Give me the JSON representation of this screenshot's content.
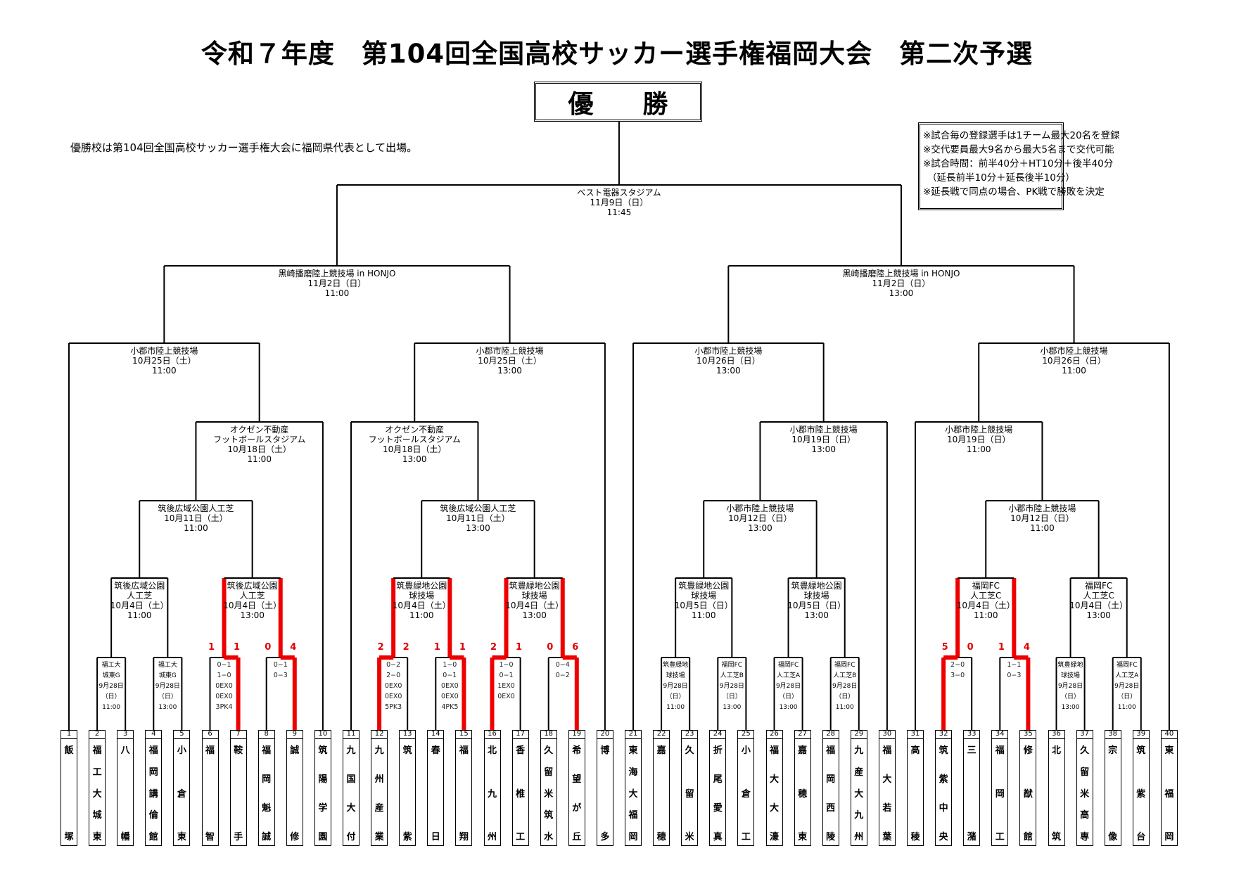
{
  "title": "令和７年度　第104回全国高校サッカー選手権福岡大会　第二次予選",
  "champion_label": [
    "優",
    "勝"
  ],
  "note": "優勝校は第104回全国高校サッカー選手権大会に福岡県代表として出場。",
  "rules": [
    "※試合毎の登録選手は1チーム最大20名を登録",
    "※交代要員最大9名から最大5名まで交代可能",
    "※試合時間：前半40分＋HT10分＋後半40分",
    "（延長前半10分＋延長後半10分）",
    "※延長戦で同点の場合、PK戦で勝敗を決定"
  ],
  "teams": [
    {
      "no": "1",
      "name": "飯塚"
    },
    {
      "no": "2",
      "name": "福工大城東"
    },
    {
      "no": "3",
      "name": "八幡"
    },
    {
      "no": "4",
      "name": "福岡講倫館"
    },
    {
      "no": "5",
      "name": "小倉東"
    },
    {
      "no": "6",
      "name": "福智"
    },
    {
      "no": "7",
      "name": "鞍手"
    },
    {
      "no": "8",
      "name": "福岡魁誠"
    },
    {
      "no": "9",
      "name": "誠修"
    },
    {
      "no": "10",
      "name": "筑陽学園"
    },
    {
      "no": "11",
      "name": "九国大付"
    },
    {
      "no": "12",
      "name": "九州産業"
    },
    {
      "no": "13",
      "name": "筑紫"
    },
    {
      "no": "14",
      "name": "春日"
    },
    {
      "no": "15",
      "name": "福翔"
    },
    {
      "no": "16",
      "name": "北九州"
    },
    {
      "no": "17",
      "name": "香椎工"
    },
    {
      "no": "18",
      "name": "久留米筑水"
    },
    {
      "no": "19",
      "name": "希望が丘"
    },
    {
      "no": "20",
      "name": "博多"
    },
    {
      "no": "21",
      "name": "東海大福岡"
    },
    {
      "no": "22",
      "name": "嘉穂"
    },
    {
      "no": "23",
      "name": "久留米"
    },
    {
      "no": "24",
      "name": "折尾愛真"
    },
    {
      "no": "25",
      "name": "小倉工"
    },
    {
      "no": "26",
      "name": "福大大濠"
    },
    {
      "no": "27",
      "name": "嘉穂東"
    },
    {
      "no": "28",
      "name": "福岡西陵"
    },
    {
      "no": "29",
      "name": "九産大九州"
    },
    {
      "no": "30",
      "name": "福大若葉"
    },
    {
      "no": "31",
      "name": "高稜"
    },
    {
      "no": "32",
      "name": "筑紫中央"
    },
    {
      "no": "33",
      "name": "三潴"
    },
    {
      "no": "34",
      "name": "福岡工"
    },
    {
      "no": "35",
      "name": "修猷館"
    },
    {
      "no": "36",
      "name": "北筑"
    },
    {
      "no": "37",
      "name": "久留米高専"
    },
    {
      "no": "38",
      "name": "宗像"
    },
    {
      "no": "39",
      "name": "筑紫台"
    },
    {
      "no": "40",
      "name": "東福岡"
    }
  ],
  "r1_matches": [
    {
      "teams": "2-3",
      "venue": [
        "福工大",
        "城東G",
        "9月28日",
        "（日）",
        "11:00"
      ]
    },
    {
      "teams": "4-5",
      "venue": [
        "福工大",
        "城東G",
        "9月28日",
        "（日）",
        "13:00"
      ]
    },
    {
      "teams": "6-7",
      "results": [
        "0−1",
        "1−0",
        "0EX0",
        "0EX0",
        "3PK4"
      ],
      "score": [
        "1",
        "1"
      ]
    },
    {
      "teams": "8-9",
      "results": [
        "0−1",
        "0−3"
      ],
      "score": [
        "0",
        "4"
      ]
    },
    {
      "teams": "12-13",
      "results": [
        "0−2",
        "2−0",
        "0EX0",
        "0EX0",
        "5PK3"
      ],
      "score": [
        "2",
        "2"
      ]
    },
    {
      "teams": "14-15",
      "results": [
        "1−0",
        "0−1",
        "0EX0",
        "0EX0",
        "4PK5"
      ],
      "score": [
        "1",
        "1"
      ]
    },
    {
      "teams": "16-17",
      "results": [
        "1−0",
        "0−1",
        "1EX0",
        "0EX0"
      ],
      "score": [
        "2",
        "1"
      ]
    },
    {
      "teams": "18-19",
      "results": [
        "0−4",
        "0−2"
      ],
      "score": [
        "0",
        "6"
      ]
    },
    {
      "teams": "22-23",
      "venue": [
        "筑豊緑地",
        "球技場",
        "9月28日",
        "（日）",
        "11:00"
      ]
    },
    {
      "teams": "24-25",
      "venue": [
        "福岡FC",
        "人工芝B",
        "9月28日",
        "（日）",
        "13:00"
      ]
    },
    {
      "teams": "26-27",
      "venue": [
        "福岡FC",
        "人工芝A",
        "9月28日",
        "（日）",
        "13:00"
      ]
    },
    {
      "teams": "28-29",
      "venue": [
        "福岡FC",
        "人工芝B",
        "9月28日",
        "（日）",
        "11:00"
      ]
    },
    {
      "teams": "32-33",
      "results": [
        "2−0",
        "3−0"
      ],
      "score": [
        "5",
        "0"
      ]
    },
    {
      "teams": "34-35",
      "results": [
        "1−1",
        "0−3"
      ],
      "score": [
        "1",
        "4"
      ]
    },
    {
      "teams": "36-37",
      "venue": [
        "筑豊緑地",
        "球技場",
        "9月28日",
        "（日）",
        "13:00"
      ]
    },
    {
      "teams": "38-39",
      "venue": [
        "福岡FC",
        "人工芝A",
        "9月28日",
        "（日）",
        "11:00"
      ]
    }
  ],
  "r2_matches": [
    {
      "venue": [
        "筑後広域公園",
        "人工芝",
        "10月4日（土）",
        "11:00"
      ]
    },
    {
      "venue": [
        "筑後広域公園",
        "人工芝",
        "10月4日（土）",
        "13:00"
      ]
    },
    {
      "venue": [
        "筑豊緑地公園",
        "球技場",
        "10月4日（土）",
        "11:00"
      ]
    },
    {
      "venue": [
        "筑豊緑地公園",
        "球技場",
        "10月4日（土）",
        "13:00"
      ]
    },
    {
      "venue": [
        "筑豊緑地公園",
        "球技場",
        "10月5日（日）",
        "11:00"
      ]
    },
    {
      "venue": [
        "筑豊緑地公園",
        "球技場",
        "10月5日（日）",
        "13:00"
      ]
    },
    {
      "venue": [
        "福岡FC",
        "人工芝C",
        "10月4日（土）",
        "11:00"
      ]
    },
    {
      "venue": [
        "福岡FC",
        "人工芝C",
        "10月4日（土）",
        "13:00"
      ]
    }
  ],
  "r3_matches": [
    {
      "venue": [
        "筑後広域公園人工芝",
        "10月11日（土）",
        "11:00"
      ]
    },
    {
      "venue": [
        "筑後広域公園人工芝",
        "10月11日（土）",
        "13:00"
      ]
    },
    {
      "venue": [
        "小郡市陸上競技場",
        "10月12日（日）",
        "13:00"
      ]
    },
    {
      "venue": [
        "小郡市陸上競技場",
        "10月12日（日）",
        "11:00"
      ]
    }
  ],
  "r4_matches": [
    {
      "venue": [
        "オクゼン不動産",
        "フットボールスタジアム",
        "10月18日（土）",
        "11:00"
      ]
    },
    {
      "venue": [
        "オクゼン不動産",
        "フットボールスタジアム",
        "10月18日（土）",
        "13:00"
      ]
    },
    {
      "venue": [
        "小郡市陸上競技場",
        "10月19日（日）",
        "13:00"
      ]
    },
    {
      "venue": [
        "小郡市陸上競技場",
        "10月19日（日）",
        "11:00"
      ]
    }
  ],
  "qf_matches": [
    {
      "venue": [
        "小郡市陸上競技場",
        "10月25日（土）",
        "11:00"
      ]
    },
    {
      "venue": [
        "小郡市陸上競技場",
        "10月25日（土）",
        "13:00"
      ]
    },
    {
      "venue": [
        "小郡市陸上競技場",
        "10月26日（日）",
        "13:00"
      ]
    },
    {
      "venue": [
        "小郡市陸上競技場",
        "10月26日（日）",
        "11:00"
      ]
    }
  ],
  "sf_matches": [
    {
      "venue": [
        "黒崎播磨陸上競技場 in HONJO",
        "11月2日（日）",
        "11:00"
      ]
    },
    {
      "venue": [
        "黒崎播磨陸上競技場 in HONJO",
        "11月2日（日）",
        "13:00"
      ]
    }
  ],
  "final": {
    "venue": [
      "ベスト電器スタジアム",
      "11月9日（日）",
      "11:45"
    ]
  },
  "colors": {
    "winner_line": "#ee0000",
    "line": "#000000"
  }
}
